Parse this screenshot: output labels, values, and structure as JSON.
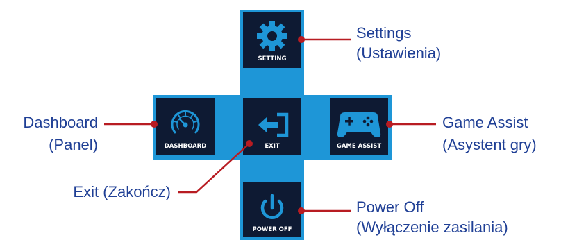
{
  "colors": {
    "frame": "#1e96d7",
    "tile": "#0e1a33",
    "icon": "#1e96d7",
    "leader": "#b81c22",
    "text": "#1f3f95"
  },
  "tiles": {
    "setting": {
      "label": "SETTING",
      "icon": "gear-icon"
    },
    "dashboard": {
      "label": "DASHBOARD",
      "icon": "speedometer-icon"
    },
    "exit": {
      "label": "EXIT",
      "icon": "exit-door-icon"
    },
    "game": {
      "label": "GAME ASSIST",
      "icon": "gamepad-icon"
    },
    "power": {
      "label": "POWER OFF",
      "icon": "power-icon"
    }
  },
  "callouts": {
    "settings": {
      "line1": "Settings",
      "line2": "(Ustawienia)"
    },
    "dashboard": {
      "line1": "Dashboard",
      "line2": "(Panel)"
    },
    "game": {
      "line1": "Game Assist",
      "line2": "(Asystent gry)"
    },
    "exit": {
      "line1": "Exit (Zakończ)"
    },
    "power": {
      "line1": "Power Off",
      "line2": "(Wyłączenie zasilania)"
    }
  }
}
